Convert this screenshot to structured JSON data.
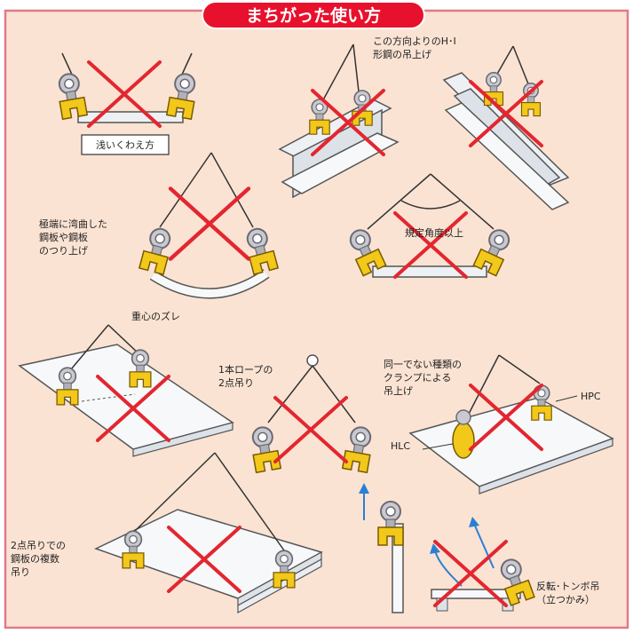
{
  "title": "まちがった使い方",
  "colors": {
    "background": "#fbe3d3",
    "border": "#e07a8a",
    "title_bg": "#e8112d",
    "cross": "#e3262f",
    "clamp_yellow": "#f2c81a",
    "shackle_grey": "#9a9aa4",
    "steel": "#eef1f4"
  },
  "scenes": {
    "s1": {
      "lines": [
        "浅いくわえ方"
      ]
    },
    "s2": {
      "lines": [
        "この方向よりのH･I",
        "形鋼の吊上げ"
      ]
    },
    "s3": {
      "lines": [
        "極端に湾曲した",
        "鋼板や鋼板",
        "のつり上げ"
      ]
    },
    "s4": {
      "lines": [
        "規定角度以上"
      ]
    },
    "s5": {
      "lines": [
        "重心のズレ"
      ]
    },
    "s6": {
      "lines": [
        "1本ロープの",
        "2点吊り"
      ]
    },
    "s7": {
      "lines": [
        "同一でない種類の",
        "クランプによる",
        "吊上げ"
      ],
      "hpc": "HPC",
      "hlc": "HLC"
    },
    "s8": {
      "lines": [
        "2点吊りでの",
        "鋼板の複数",
        "吊り"
      ]
    },
    "s9": {
      "lines": [
        "反転･トンボ吊",
        "（立つかみ）"
      ]
    }
  }
}
